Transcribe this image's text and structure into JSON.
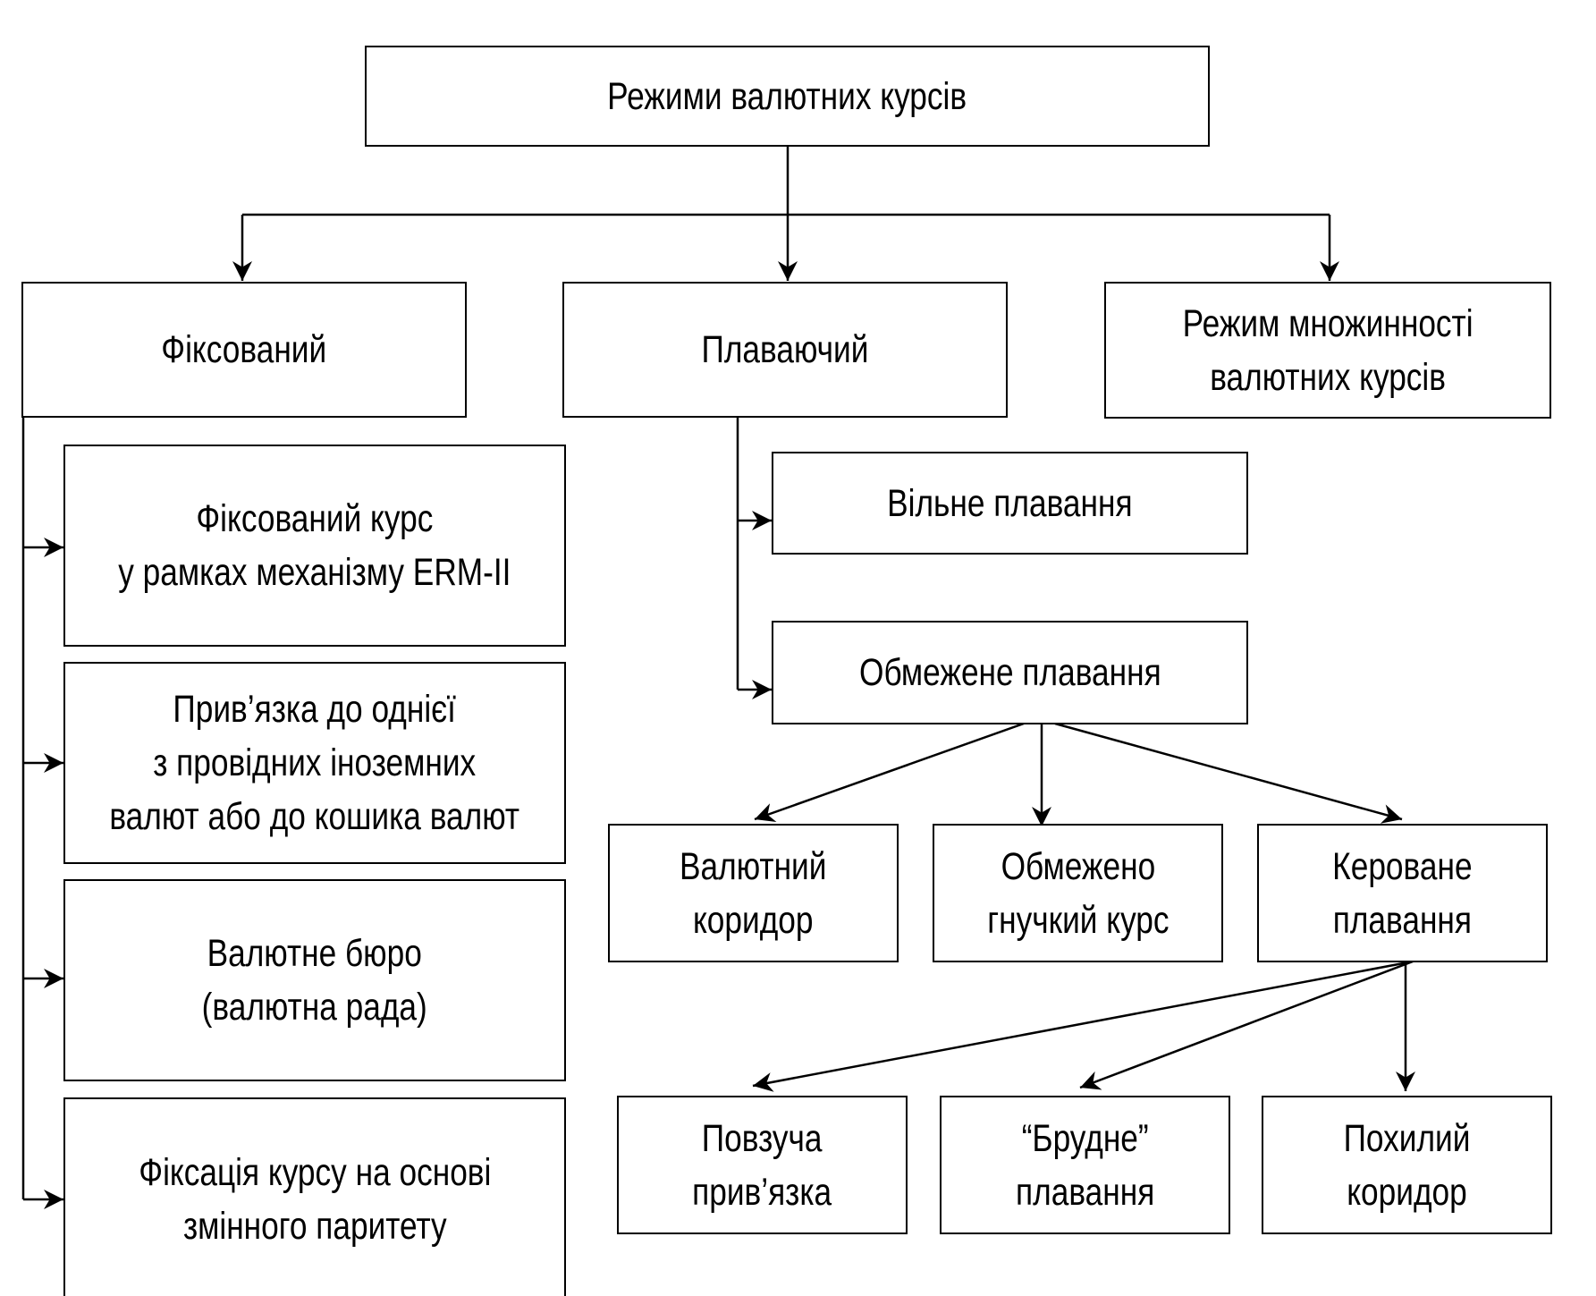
{
  "diagram": {
    "root": {
      "label": "Режими валютних курсів"
    },
    "level1": {
      "fixed": {
        "label": "Фіксований"
      },
      "floating": {
        "label": "Плаваючий"
      },
      "multiple": {
        "lines": [
          "Режим множинності",
          "валютних курсів"
        ]
      }
    },
    "fixed_children": [
      {
        "lines": [
          "Фіксований курс",
          "у рамках механізму ERM-II"
        ]
      },
      {
        "lines": [
          "Прив’язка до однієї",
          "з провідних іноземних",
          "валют або до кошика валют"
        ]
      },
      {
        "lines": [
          "Валютне бюро",
          "(валютна рада)"
        ]
      },
      {
        "lines": [
          "Фіксація курсу на основі",
          "змінного паритету"
        ]
      }
    ],
    "floating_children": [
      {
        "label": "Вільне плавання"
      },
      {
        "label": "Обмежене плавання"
      }
    ],
    "limited_children": [
      {
        "lines": [
          "Валютний",
          "коридор"
        ]
      },
      {
        "lines": [
          "Обмежено",
          "гнучкий курс"
        ]
      },
      {
        "lines": [
          "Кероване",
          "плавання"
        ]
      }
    ],
    "managed_children": [
      {
        "lines": [
          "Повзуча",
          "прив’язка"
        ]
      },
      {
        "lines": [
          "“Брудне”",
          "плавання"
        ]
      },
      {
        "lines": [
          "Похилий",
          "коридор"
        ]
      }
    ]
  },
  "colors": {
    "line": "#000000",
    "background": "#ffffff"
  }
}
